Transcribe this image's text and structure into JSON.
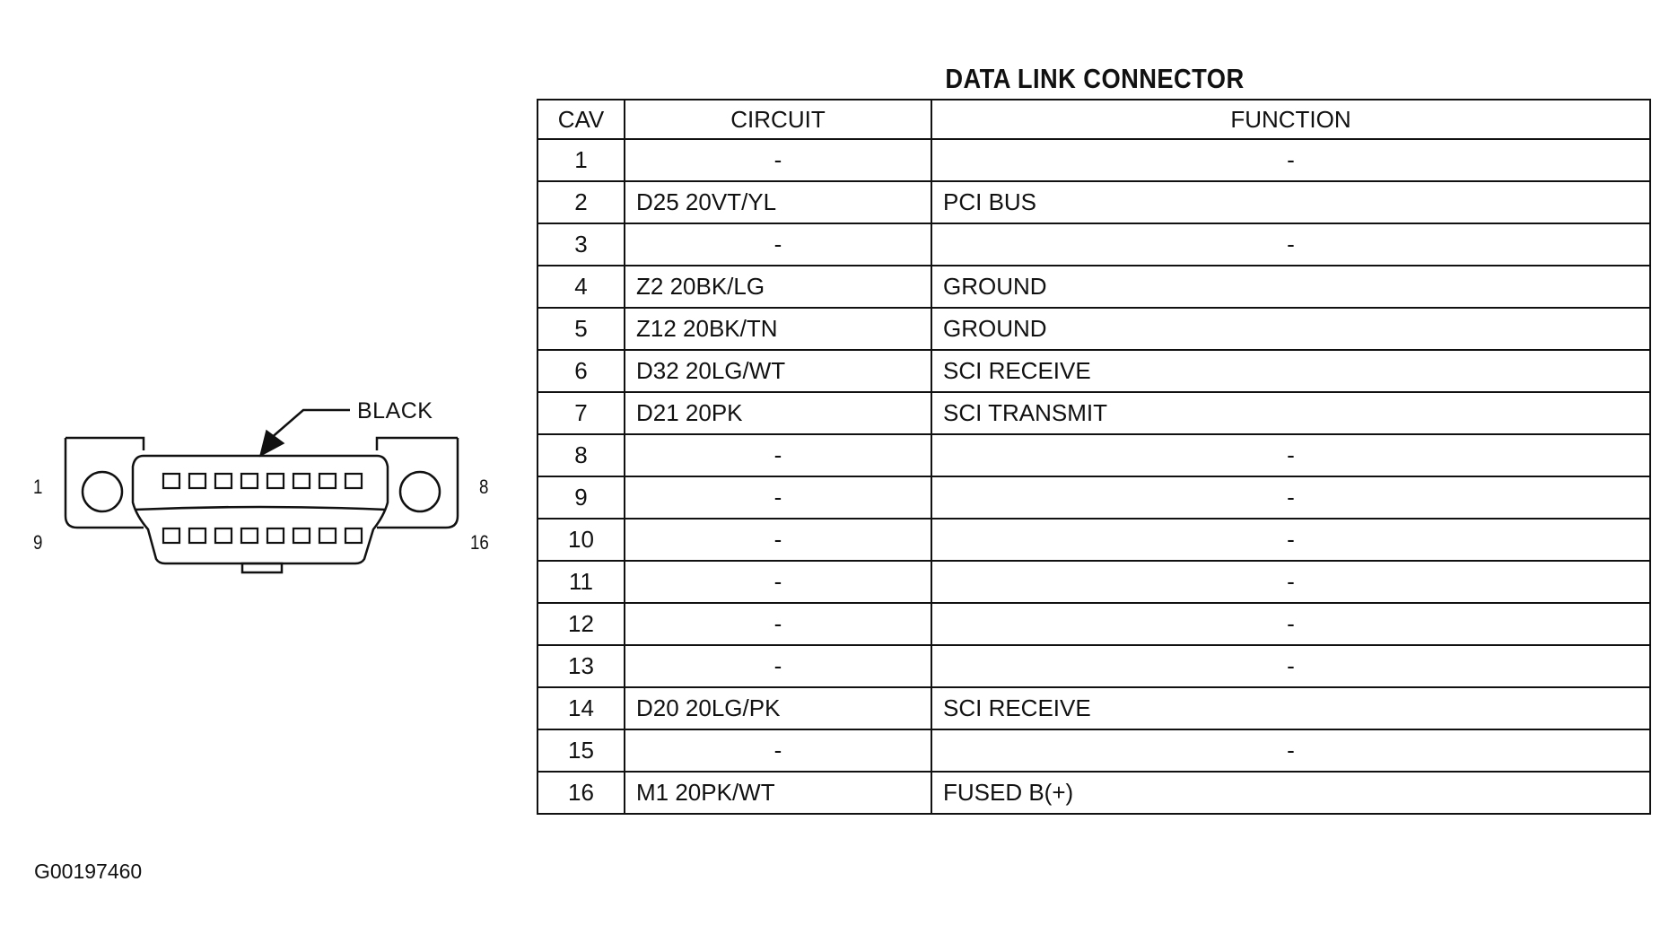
{
  "title": "DATA LINK CONNECTOR",
  "columns": [
    "CAV",
    "CIRCUIT",
    "FUNCTION"
  ],
  "rows": [
    {
      "cav": "1",
      "circuit": "-",
      "function": "-"
    },
    {
      "cav": "2",
      "circuit": "D25 20VT/YL",
      "function": "PCI BUS"
    },
    {
      "cav": "3",
      "circuit": "-",
      "function": "-"
    },
    {
      "cav": "4",
      "circuit": "Z2 20BK/LG",
      "function": "GROUND"
    },
    {
      "cav": "5",
      "circuit": "Z12 20BK/TN",
      "function": "GROUND"
    },
    {
      "cav": "6",
      "circuit": "D32 20LG/WT",
      "function": "SCI RECEIVE"
    },
    {
      "cav": "7",
      "circuit": "D21 20PK",
      "function": "SCI TRANSMIT"
    },
    {
      "cav": "8",
      "circuit": "-",
      "function": "-"
    },
    {
      "cav": "9",
      "circuit": "-",
      "function": "-"
    },
    {
      "cav": "10",
      "circuit": "-",
      "function": "-"
    },
    {
      "cav": "11",
      "circuit": "-",
      "function": "-"
    },
    {
      "cav": "12",
      "circuit": "-",
      "function": "-"
    },
    {
      "cav": "13",
      "circuit": "-",
      "function": "-"
    },
    {
      "cav": "14",
      "circuit": "D20 20LG/PK",
      "function": "SCI RECEIVE"
    },
    {
      "cav": "15",
      "circuit": "-",
      "function": "-"
    },
    {
      "cav": "16",
      "circuit": "M1 20PK/WT",
      "function": "FUSED B(+)"
    }
  ],
  "connector": {
    "callout": "BLACK",
    "pin_labels": {
      "top_left": "1",
      "top_right": "8",
      "bottom_left": "9",
      "bottom_right": "16"
    }
  },
  "figure_id": "G00197460",
  "colors": {
    "ink": "#111111",
    "background": "#ffffff"
  }
}
